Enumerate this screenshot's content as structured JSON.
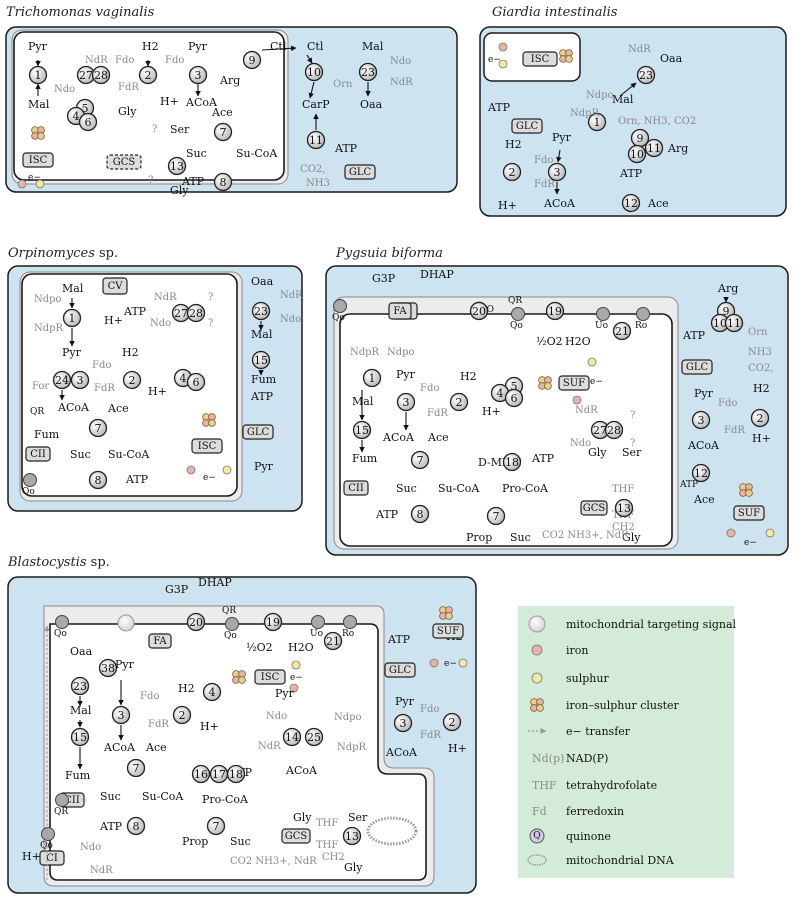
{
  "panels": {
    "trichomonas": {
      "title": "Trichomonas vaginalis"
    },
    "giardia": {
      "title": "Giardia intestinalis"
    },
    "orpinomyces": {
      "title_italic": "Orpinomyces",
      "title_suffix": " sp."
    },
    "pygsuia": {
      "title": "Pygsuia biforma"
    },
    "blastocystis": {
      "title_italic": "Blastocystis",
      "title_suffix": " sp."
    }
  },
  "labels": {
    "pyr": "Pyr",
    "mal": "Mal",
    "oaa": "Oaa",
    "h2": "H2",
    "hplus": "H+",
    "acoa": "ACoA",
    "ace": "Ace",
    "suc": "Suc",
    "sucoa": "Su-CoA",
    "atp": "ATP",
    "ctl": "Ctl",
    "orn": "Orn",
    "arg": "Arg",
    "carp": "CarP",
    "co2": "CO2,",
    "nh3": "NH3",
    "gly": "Gly",
    "ser": "Ser",
    "fum": "Fum",
    "pro_coa": "Pro-CoA",
    "prop": "Prop",
    "dmmc": "D-MMC",
    "g3p": "G3P",
    "dhap": "DHAP",
    "h2o": "H2O",
    "half_o2": "½O2",
    "for": "For",
    "thf": "THF",
    "ch2": "CH2",
    "ndr": "NdR",
    "ndo": "Ndo",
    "fdr": "FdR",
    "fdo": "Fdo",
    "ndpo": "Ndpo",
    "ndpr": "NdpR",
    "qo": "Qo",
    "qr": "QR",
    "uo": "Uo",
    "ro": "Ro",
    "orn_nh3_co2": "Orn, NH3, CO2",
    "co2_nh3_ndr": "CO2 NH3+, NdR",
    "eminus": "e−",
    "qmark": "?"
  },
  "boxes": {
    "isc": "ISC",
    "gcs": "GCS",
    "glc": "GLC",
    "suf": "SUF",
    "fa": "FA",
    "cv": "CV",
    "cii": "CII",
    "ci": "CI"
  },
  "legend": {
    "items": [
      {
        "key": "",
        "label": "mitochondrial targeting signal"
      },
      {
        "key": "",
        "label": "iron"
      },
      {
        "key": "",
        "label": "sulphur"
      },
      {
        "key": "",
        "label": "iron–sulphur cluster"
      },
      {
        "key": "",
        "label": "e− transfer"
      },
      {
        "key": "Nd(p)",
        "label": "NAD(P)"
      },
      {
        "key": "THF",
        "label": "tetrahydrofolate"
      },
      {
        "key": "Fd",
        "label": "ferredoxin"
      },
      {
        "key": "Q",
        "label": "quinone"
      },
      {
        "key": "",
        "label": "mitochondrial DNA"
      }
    ]
  },
  "colors": {
    "cytosol": "#cde3f0",
    "panel_edge": "#1a1a1a",
    "legend_bg": "#d5ebd9",
    "iron": "#e5b4a2",
    "sulphur": "#f2e9a2",
    "cluster": "#eccd92",
    "node_fill": "#d9d9d9",
    "grey_text": "#8a8a8a"
  }
}
